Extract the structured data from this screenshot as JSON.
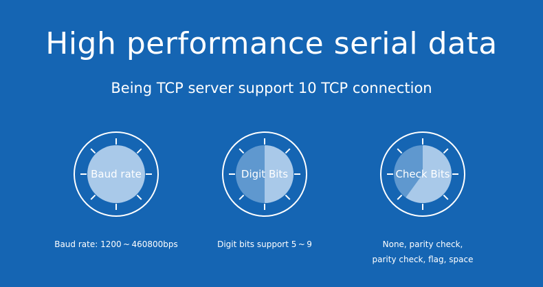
{
  "header": {
    "title": "High performance serial data",
    "subtitle": "Being TCP server support 10 TCP connection"
  },
  "dials": [
    {
      "label": "Baud rate",
      "fill_fraction": 1.0,
      "description_lines": [
        "Baud rate: 1200 ~ 460800bps"
      ]
    },
    {
      "label": "Digit Bits",
      "fill_fraction": 0.5,
      "description_lines": [
        "Digit bits support 5 ~ 9"
      ]
    },
    {
      "label": "Check Bits",
      "fill_fraction": 0.6,
      "description_lines": [
        "None, parity check,",
        "parity check, flag, space"
      ]
    }
  ],
  "colors": {
    "background": "#1565b3",
    "ring": "#ffffff",
    "fill_dim": "#5f98cf",
    "fill_bright": "#a9c9e9"
  }
}
